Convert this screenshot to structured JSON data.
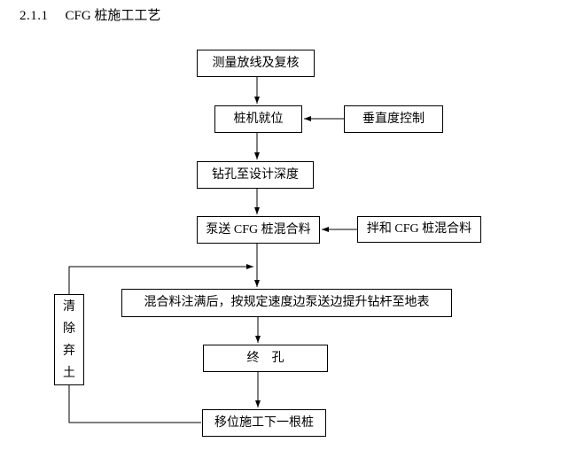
{
  "page": {
    "background": "#ffffff",
    "heading": {
      "number": "2.1.1",
      "title": "CFG 桩施工工艺"
    }
  },
  "flowchart": {
    "colors": {
      "box_border": "#000000",
      "line": "#000000",
      "text": "#000000",
      "box_fill": "#ffffff"
    },
    "nodes": [
      {
        "id": "survey",
        "label": "测量放线及复核"
      },
      {
        "id": "rig-positioning",
        "label": "桩机就位"
      },
      {
        "id": "verticality-control",
        "label": "垂直度控制"
      },
      {
        "id": "drilling",
        "label": "钻孔至设计深度"
      },
      {
        "id": "pump-cfg-mixture",
        "label": "泵送 CFG 桩混合料"
      },
      {
        "id": "mix-cfg-mixture",
        "label": "拌和 CFG 桩混合料"
      },
      {
        "id": "lift-drill-rod",
        "label": "混合料注满后，按规定速度边泵送边提升钻杆至地表"
      },
      {
        "id": "remove-spoil",
        "label": "清除弃土",
        "orientation": "vertical"
      },
      {
        "id": "final-hole",
        "label": "终　孔"
      },
      {
        "id": "relocate-next-pile",
        "label": "移位施工下一根桩"
      }
    ]
  }
}
